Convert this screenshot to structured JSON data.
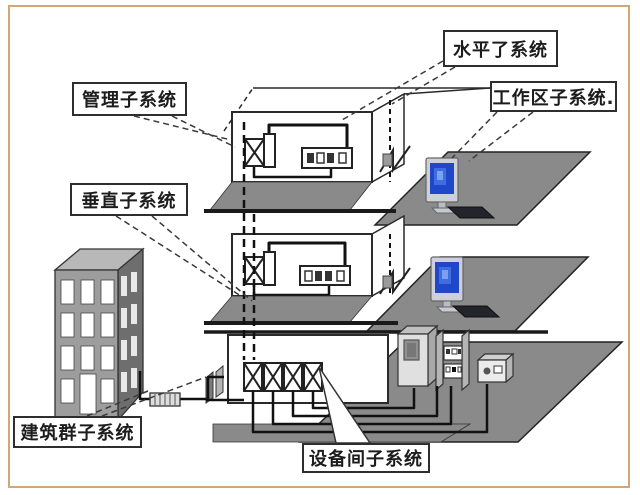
{
  "diagram": {
    "type": "structured-cabling-system-diagram",
    "callouts": [
      {
        "id": "horizontal-subsystem",
        "label": "水平了系统"
      },
      {
        "id": "work-area-subsystem",
        "label": "工作区子系统."
      },
      {
        "id": "management-subsystem",
        "label": "管理子系统"
      },
      {
        "id": "vertical-subsystem",
        "label": "垂直子系统"
      },
      {
        "id": "campus-subsystem",
        "label": "建筑群子系统"
      },
      {
        "id": "equipment-room-subsystem",
        "label": "设备间子系统"
      }
    ],
    "colors": {
      "frame_border": "#d0a878",
      "line": "#222222",
      "floor": "#8a8a8a",
      "building_front": "#9d9d9d",
      "building_side": "#6e6e6e",
      "building_roof": "#b8b8b8",
      "screen_blue": "#1f47c8",
      "background": "#ffffff"
    }
  }
}
